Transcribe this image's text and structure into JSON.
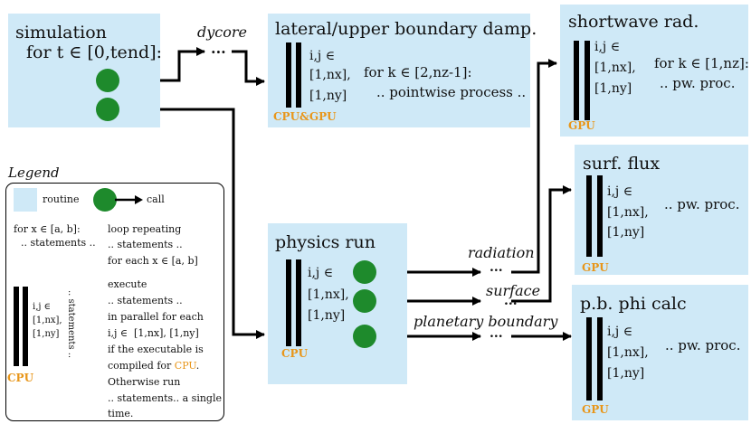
{
  "colors": {
    "routine": "#cfe9f7",
    "call_dot": "#1e8a2c",
    "device": "#e8961a",
    "wire": "#000000"
  },
  "simulation": {
    "title": "simulation",
    "loop": "for t ∈ [0,tend]:"
  },
  "calls": {
    "dycore": "dycore",
    "radiation": "radiation",
    "surface": "surface",
    "planetary_boundary": "planetary boundary",
    "ellipsis": "..."
  },
  "damp": {
    "title": "lateral/upper boundary damp.",
    "idx1": "i,j ∈",
    "idx2": "[1,nx],",
    "idx3": "[1,ny]",
    "loop": "for k ∈ [2,nz-1]:",
    "body": ".. pointwise process ..",
    "device": "CPU&GPU"
  },
  "physics": {
    "title": "physics run",
    "idx1": "i,j ∈",
    "idx2": "[1,nx],",
    "idx3": "[1,ny]",
    "device": "CPU"
  },
  "shortwave": {
    "title": "shortwave rad.",
    "idx1": "i,j ∈",
    "idx2": "[1,nx],",
    "idx3": "[1,ny]",
    "loop": "for k ∈ [1,nz]:",
    "body": ".. pw. proc.",
    "device": "GPU"
  },
  "surfflux": {
    "title": "surf. flux",
    "idx1": "i,j ∈",
    "idx2": "[1,nx],",
    "idx3": "[1,ny]",
    "body": ".. pw. proc.",
    "device": "GPU"
  },
  "pbphi": {
    "title": "p.b. phi calc",
    "idx1": "i,j ∈",
    "idx2": "[1,nx],",
    "idx3": "[1,ny]",
    "body": ".. pw. proc.",
    "device": "GPU"
  },
  "legend": {
    "title": "Legend",
    "routine": "routine",
    "call": "call",
    "loop_syntax1": "for x ∈ [a, b]:",
    "loop_syntax2": ".. statements ..",
    "loop_desc1": "loop repeating",
    "loop_desc2": ".. statements ..",
    "loop_desc3": "for each x ∈ [a, b]",
    "par_idx1": "i,j ∈",
    "par_idx2": "[1,nx],",
    "par_idx3": "[1,ny]",
    "par_statements": ".. statements ..",
    "par_device": "CPU",
    "par_desc1": "execute",
    "par_desc2": ".. statements ..",
    "par_desc3": "in parallel for each",
    "par_desc4": "i,j ∈  [1,nx], [1,ny]",
    "par_desc5a": "if the executable is",
    "par_desc6a": "compiled for ",
    "par_desc6b": "CPU",
    "par_desc6c": ".",
    "par_desc7": "Otherwise run",
    "par_desc8": ".. statements.. a single",
    "par_desc9": "time."
  }
}
